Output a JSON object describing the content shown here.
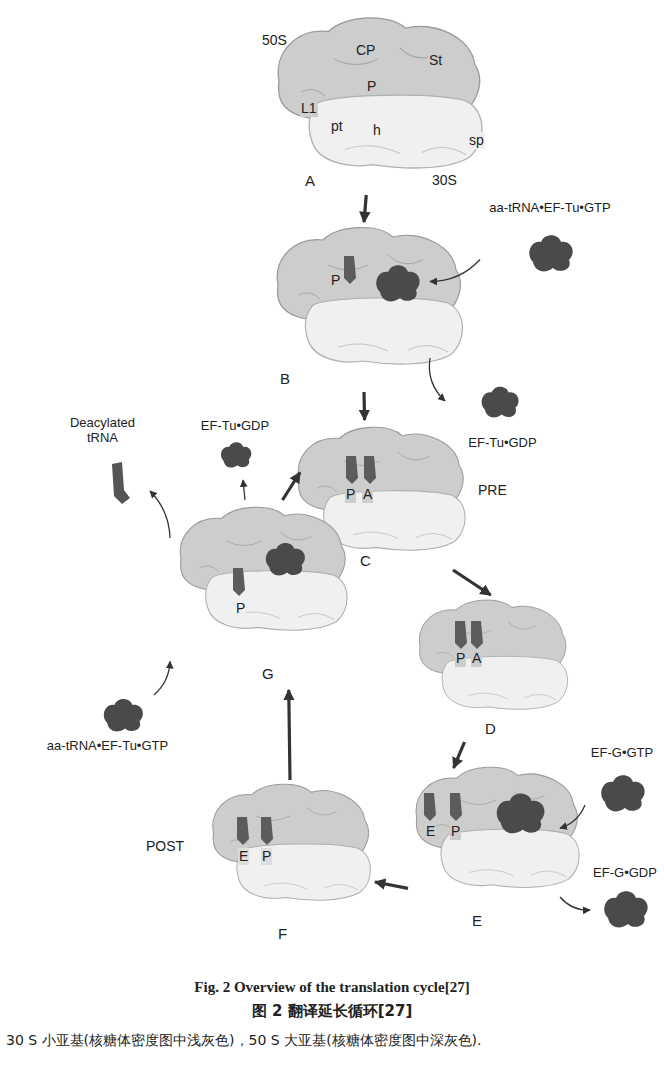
{
  "diagram": {
    "caption": "Fig. 2 Overview of the translation cycle[27]",
    "nodes": [
      {
        "text": [
          "A"
        ]
      },
      {
        "text": [
          "aa-tRNA•EF-Tu•GTP"
        ]
      },
      {
        "text": [
          "B"
        ]
      },
      {
        "text": [
          "EF-Tu•GDP"
        ]
      },
      {
        "text": [
          "C"
        ]
      },
      {
        "text": [
          "D"
        ]
      },
      {
        "text": [
          "E"
        ]
      },
      {
        "text": [
          "EF-G•GTP"
        ]
      },
      {
        "text": [
          "EF-G•GDP"
        ]
      },
      {
        "text": [
          "F"
        ]
      },
      {
        "text": [
          "G"
        ]
      },
      {
        "text": [
          "Deacylated tRNA"
        ]
      },
      {
        "text": [
          "EF-Tu•GDP"
        ]
      },
      {
        "text": [
          "aa-tRNA•EF-Tu•GTP"
        ]
      }
    ],
    "edges": [
      {
        "from": 0,
        "to": 2,
        "arrow": "to"
      },
      {
        "from": 2,
        "to": 4,
        "arrow": "to"
      },
      {
        "from": 4,
        "to": 5,
        "arrow": "to"
      },
      {
        "from": 5,
        "to": 6,
        "arrow": "to"
      },
      {
        "from": 6,
        "to": 9,
        "arrow": "to"
      },
      {
        "from": 9,
        "to": 10,
        "arrow": "to"
      },
      {
        "from": 10,
        "to": 4,
        "arrow": "to"
      },
      {
        "from": 1,
        "to": 2,
        "arrow": "to"
      },
      {
        "from": 2,
        "to": 3,
        "arrow": "to"
      },
      {
        "from": 7,
        "to": 6,
        "arrow": "to"
      },
      {
        "from": 6,
        "to": 8,
        "arrow": "to"
      },
      {
        "from": 10,
        "to": 11,
        "arrow": "to"
      },
      {
        "from": 10,
        "to": 12,
        "arrow": "to"
      },
      {
        "from": 13,
        "to": 10,
        "arrow": "to"
      }
    ],
    "labels": [
      "50S",
      "CP",
      "St",
      "P",
      "L1",
      "pt",
      "h",
      "sp",
      "30S",
      "P",
      "P",
      "A",
      "PRE",
      "P",
      "A",
      "E",
      "P",
      "POST",
      "E",
      "P",
      "P",
      "图 2 翻译延长循环[27]",
      "30 S 小亚基(核糖体密度图中浅灰色)，50 S 大亚基(核糖体密度图中深灰色)."
    ]
  }
}
